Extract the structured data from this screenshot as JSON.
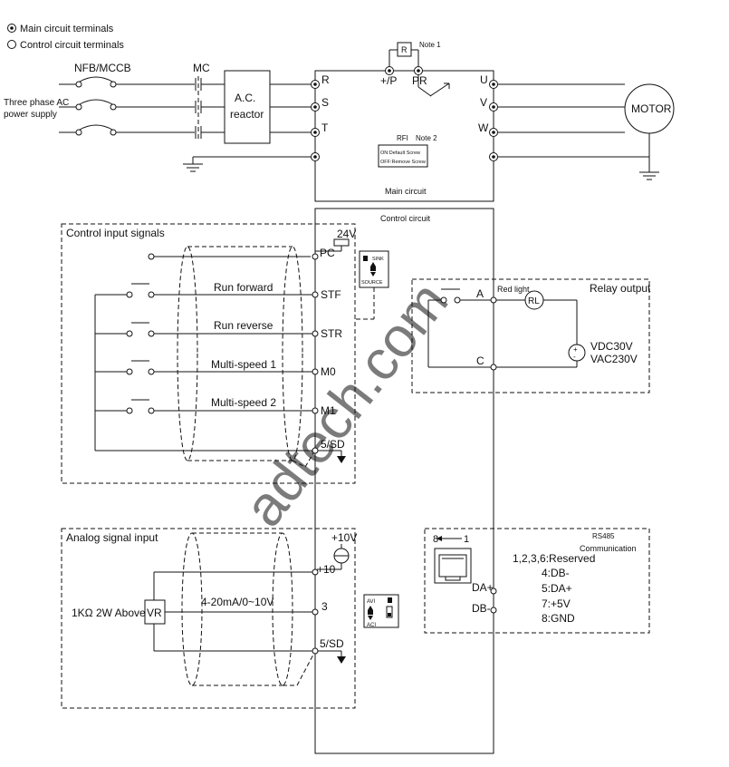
{
  "legend": {
    "main_terminals": "Main circuit terminals",
    "control_terminals": "Control circuit terminals"
  },
  "power": {
    "breaker": "NFB/MCCB",
    "contactor": "MC",
    "supply": [
      "Three phase AC",
      "power supply"
    ],
    "reactor": [
      "A.C.",
      "reactor"
    ]
  },
  "main_circuit": {
    "title": "Main circuit",
    "inputs": [
      "R",
      "S",
      "T"
    ],
    "outputs": [
      "U",
      "V",
      "W"
    ],
    "brake_p": "+/P",
    "brake_pr": "PR",
    "resistor": "R",
    "note1": "Note 1",
    "rfi_label": "RFI",
    "note2": "Note 2",
    "rfi_on": "ON:Default Screw",
    "rfi_off": "OFF:Remove Screw",
    "motor": "MOTOR"
  },
  "control_circuit": {
    "title": "Control circuit",
    "input_box_title": "Control input signals",
    "pc": "PC",
    "v24": "24V",
    "sink": "SINK",
    "source": "SOURCE",
    "inputs": [
      {
        "label": "Run forward",
        "terminal": "STF"
      },
      {
        "label": "Run reverse",
        "terminal": "STR"
      },
      {
        "label": "Multi-speed 1",
        "terminal": "M0"
      },
      {
        "label": "Multi-speed 2",
        "terminal": "M1"
      }
    ],
    "sd": "5/SD"
  },
  "relay": {
    "title": "Relay output",
    "a": "A",
    "c": "C",
    "red_light": "Red light",
    "rl": "RL",
    "vdc": "VDC30V",
    "vac": "VAC230V"
  },
  "analog": {
    "title": "Analog signal input",
    "v10": "+10V",
    "plus10": "+10",
    "term3": "3",
    "sd": "5/SD",
    "resistor_rating": "1KΩ 2W  Above",
    "vr": "VR",
    "signal": "4-20mA/0~10V",
    "avi": "AVI",
    "aci": "ACI"
  },
  "rs485": {
    "title": "RS485",
    "subtitle": "Communication",
    "pin_range_left": "8",
    "pin_range_right": "1",
    "da": "DA+",
    "db": "DB-",
    "pins": [
      "1,2,3,6:Reserved",
      "4:DB-",
      "5:DA+",
      "7:+5V",
      "8:GND"
    ]
  },
  "watermark": "adtech.com"
}
